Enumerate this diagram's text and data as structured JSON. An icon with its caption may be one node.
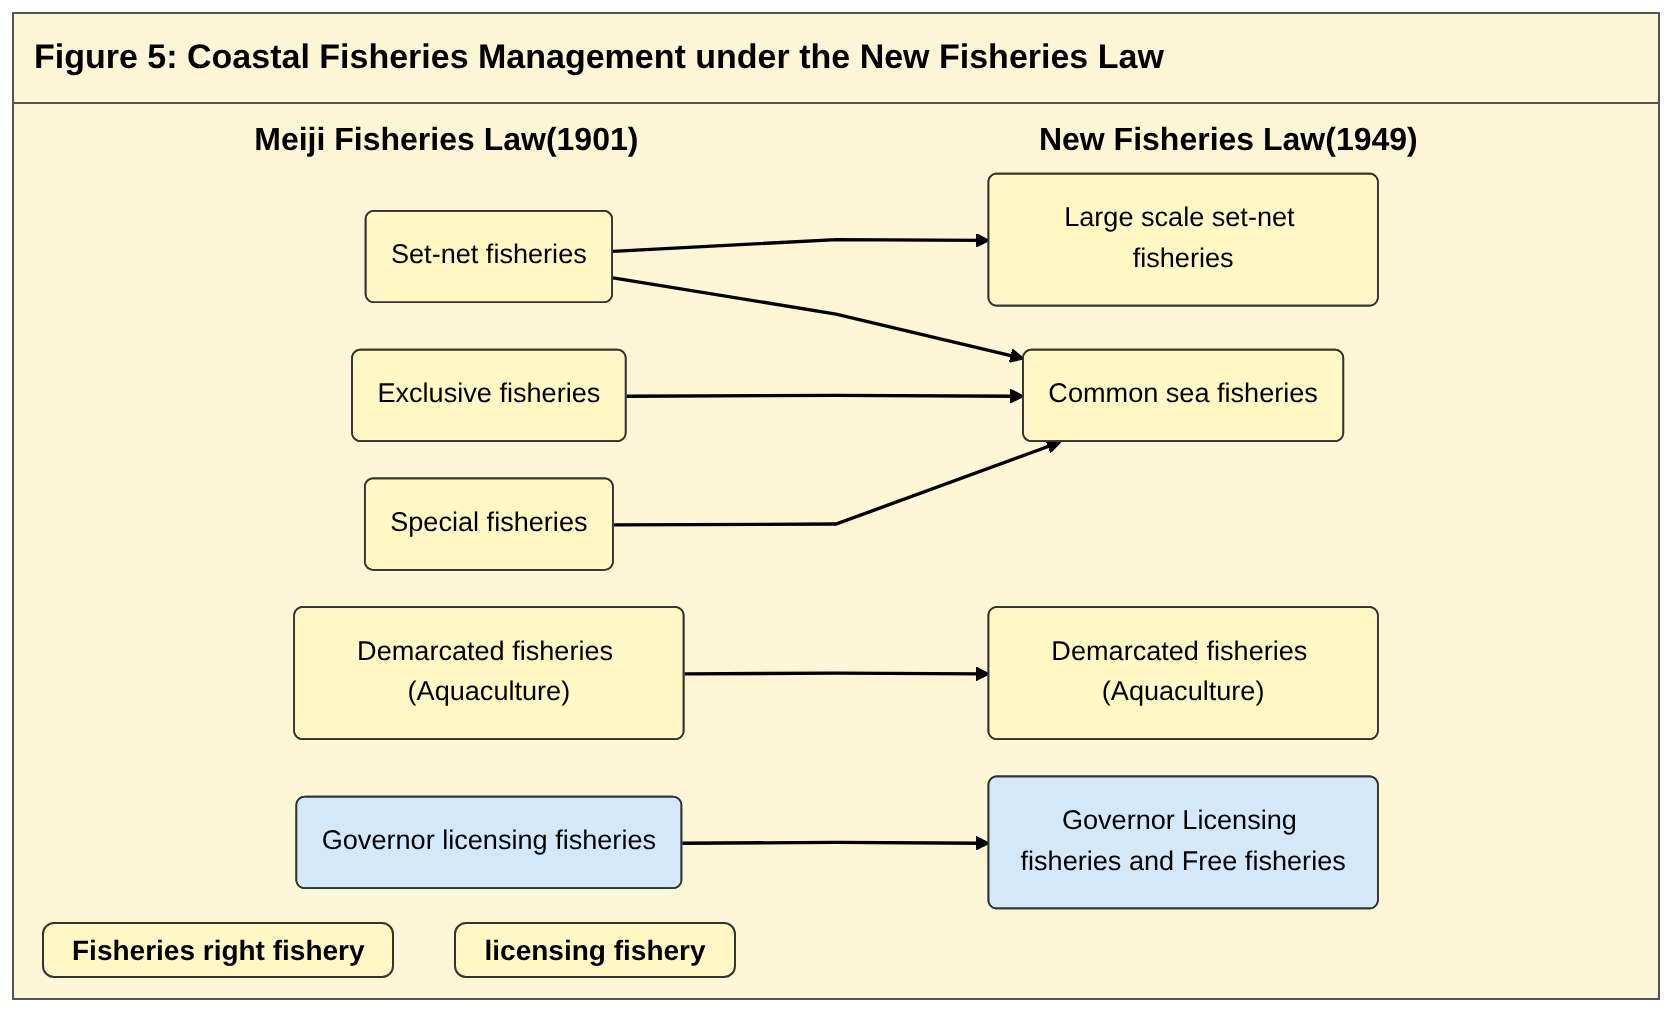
{
  "diagram": {
    "title": "Figure 5: Coastal Fisheries Management under the New Fisheries Law",
    "nodes": [
      {
        "text": [
          "Set-net fisheries"
        ]
      },
      {
        "text": [
          "Demarcated fisheries (Aquaculture)"
        ]
      },
      {
        "text": [
          "Exclusive fisheries"
        ]
      },
      {
        "text": [
          "Special fisheries"
        ]
      },
      {
        "text": [
          "Governor licensing fisheries"
        ]
      },
      {
        "text": [
          "Large scale set-net fisheries"
        ]
      },
      {
        "text": [
          "Demarcated fisheries (Aquaculture)"
        ]
      },
      {
        "text": [
          "Common sea fisheries"
        ]
      },
      {
        "text": [
          "Governor Licensing fisheries and Free fisheries"
        ]
      }
    ],
    "edges": [
      {
        "from": 0,
        "to": 5,
        "arrow": "to"
      },
      {
        "from": 0,
        "to": 7,
        "arrow": "to"
      },
      {
        "from": 1,
        "to": 6,
        "arrow": "to"
      },
      {
        "from": 2,
        "to": 7,
        "arrow": "to"
      },
      {
        "from": 3,
        "to": 7,
        "arrow": "to"
      },
      {
        "from": 4,
        "to": 8,
        "arrow": "to"
      }
    ],
    "labels": [
      "Meiji Fisheries Law(1901)",
      "New Fisheries Law(1949)"
    ],
    "legend": [
      {
        "text": "Fisheries right fishery",
        "color": "#fff8c4"
      },
      {
        "text": "licensing fishery",
        "color": "#fff8c4"
      }
    ]
  }
}
